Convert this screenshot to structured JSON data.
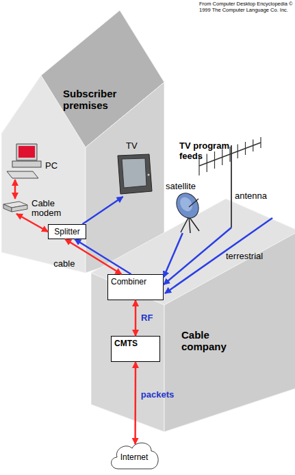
{
  "diagram": {
    "nodes": [
      {
        "text": [
          "Subscriber premises"
        ]
      },
      {
        "text": [
          "PC"
        ],
        "in": 0
      },
      {
        "text": [
          "TV"
        ],
        "in": 0
      },
      {
        "text": [
          "Cable modem"
        ],
        "in": 0
      },
      {
        "text": [
          "Splitter"
        ],
        "in": 0
      },
      {
        "text": [
          "satellite"
        ]
      },
      {
        "text": [
          "antenna"
        ]
      },
      {
        "text": [
          "Cable company"
        ]
      },
      {
        "text": [
          "Combiner"
        ],
        "in": 7
      },
      {
        "text": [
          "CMTS"
        ],
        "in": 7
      },
      {
        "text": [
          "Internet"
        ]
      }
    ],
    "edges": [
      {
        "from": 1,
        "to": 3,
        "arrow": "both"
      },
      {
        "from": 3,
        "to": 4,
        "arrow": "both"
      },
      {
        "from": 4,
        "to": 2,
        "arrow": "to"
      },
      {
        "from": 4,
        "to": 8,
        "label": "cable",
        "arrow": "both"
      },
      {
        "from": 8,
        "to": 4,
        "arrow": "to"
      },
      {
        "from": 5,
        "to": 8,
        "arrow": "to"
      },
      {
        "from": 6,
        "to": 8,
        "arrow": "to"
      },
      {
        "from": 8,
        "to": 9,
        "label": "RF",
        "arrow": "both"
      },
      {
        "from": 9,
        "to": 10,
        "label": "packets",
        "arrow": "both"
      }
    ],
    "labels": [
      "From Computer Desktop Encyclopedia © 1999 The Computer Language Co. Inc.",
      "TV program feeds",
      "terrestrial"
    ]
  }
}
